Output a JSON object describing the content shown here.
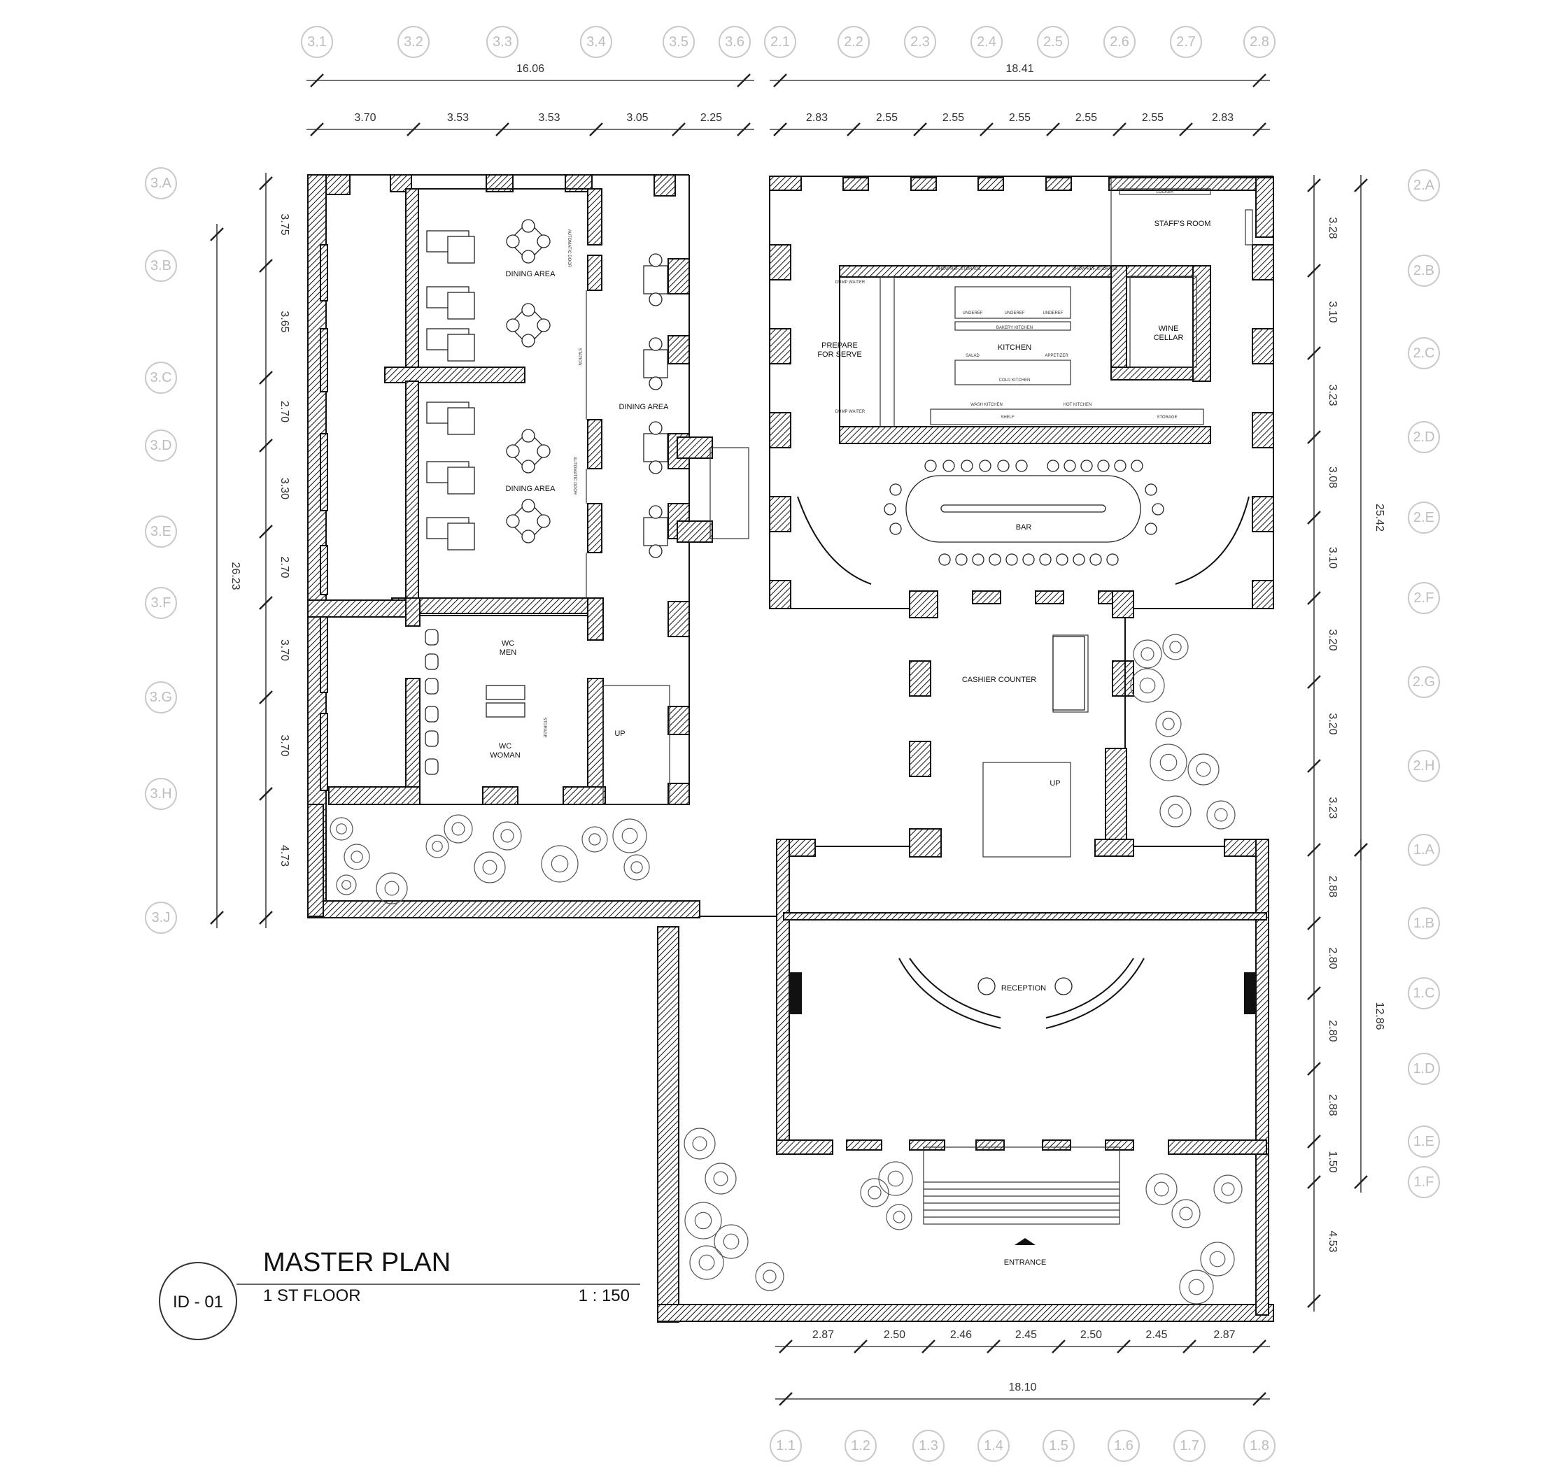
{
  "title_block": {
    "drawing_id": "ID - 01",
    "title": "MASTER PLAN",
    "subtitle": "1 ST FLOOR",
    "scale": "1 : 150"
  },
  "grid_top_left": [
    "3.1",
    "3.2",
    "3.3",
    "3.4",
    "3.5",
    "3.6"
  ],
  "grid_top_right": [
    "2.1",
    "2.2",
    "2.3",
    "2.4",
    "2.5",
    "2.6",
    "2.7",
    "2.8"
  ],
  "grid_left": [
    "3.A",
    "3.B",
    "3.C",
    "3.D",
    "3.E",
    "3.F",
    "3.G",
    "3.H",
    "3.J"
  ],
  "grid_right": [
    "2.A",
    "2.B",
    "2.C",
    "2.D",
    "2.E",
    "2.F",
    "2.G",
    "2.H",
    "1.A",
    "1.B",
    "1.C",
    "1.D",
    "1.E",
    "1.F"
  ],
  "grid_bottom": [
    "1.1",
    "1.2",
    "1.3",
    "1.4",
    "1.5",
    "1.6",
    "1.7",
    "1.8"
  ],
  "dims_top_left_total": "16.06",
  "dims_top_left": [
    "3.70",
    "3.53",
    "3.53",
    "3.05",
    "2.25"
  ],
  "dims_top_right_total": "18.41",
  "dims_top_right": [
    "2.83",
    "2.55",
    "2.55",
    "2.55",
    "2.55",
    "2.55",
    "2.83"
  ],
  "dims_left_total": "26.23",
  "dims_left": [
    "3.75",
    "3.65",
    "2.70",
    "3.30",
    "2.70",
    "3.70",
    "3.70",
    "4.73"
  ],
  "dims_right_total_upper": "25.42",
  "dims_right_total_lower": "12.86",
  "dims_right": [
    "3.28",
    "3.10",
    "3.23",
    "3.08",
    "3.10",
    "3.20",
    "3.20",
    "3.23",
    "2.88",
    "2.80",
    "2.80",
    "2.88",
    "1.50",
    "4.53"
  ],
  "dims_bottom_total": "18.10",
  "dims_bottom": [
    "2.87",
    "2.50",
    "2.46",
    "2.45",
    "2.50",
    "2.45",
    "2.87"
  ],
  "rooms": {
    "dining_area_1": "DINING AREA",
    "dining_area_2": "DINING AREA",
    "dining_area_3": "DINING AREA",
    "wc_men": [
      "WC",
      "MEN"
    ],
    "wc_woman": [
      "WC",
      "WOMAN"
    ],
    "staffs_room": "STAFF'S ROOM",
    "wine_cellar": [
      "WINE",
      "CELLAR"
    ],
    "kitchen": "KITCHEN",
    "prepare_for_serve": [
      "PREPARE",
      "FOR SERVE"
    ],
    "bar": "BAR",
    "cashier_counter": "CASHIER COUNTER",
    "reception": "RECEPTION",
    "entrance": "ENTRANCE",
    "up_1": "UP",
    "up_2": "UP"
  },
  "small_labels": {
    "locker": "LOCKER",
    "show_ref_storage_1": "SHOW REF. STORAGE",
    "show_ref_storage_2": "SHOW REF. STORAGE",
    "dump_waiter_1": "DUMP WAITER",
    "dump_waiter_2": "DUMP WAITER",
    "bakery_kitchen": "BAKERY KITCHEN",
    "cold_kitchen": "COLD KITCHEN",
    "wash_kitchen": "WASH KITCHEN",
    "hot_kitchen": "HOT KITCHEN",
    "storage_kitchen": "STORAGE",
    "salad": "SALAD",
    "appetizer": "APPETIZER",
    "shelf": "SHELF",
    "underef_1": "UNDEREF",
    "underef_2": "UNDEREF",
    "underef_3": "UNDEREF",
    "storage_wc": "STORAGE",
    "station": "STATION",
    "automatic_door_1": "AUTOMATIC DOOR",
    "automatic_door_2": "AUTOMATIC DOOR"
  }
}
